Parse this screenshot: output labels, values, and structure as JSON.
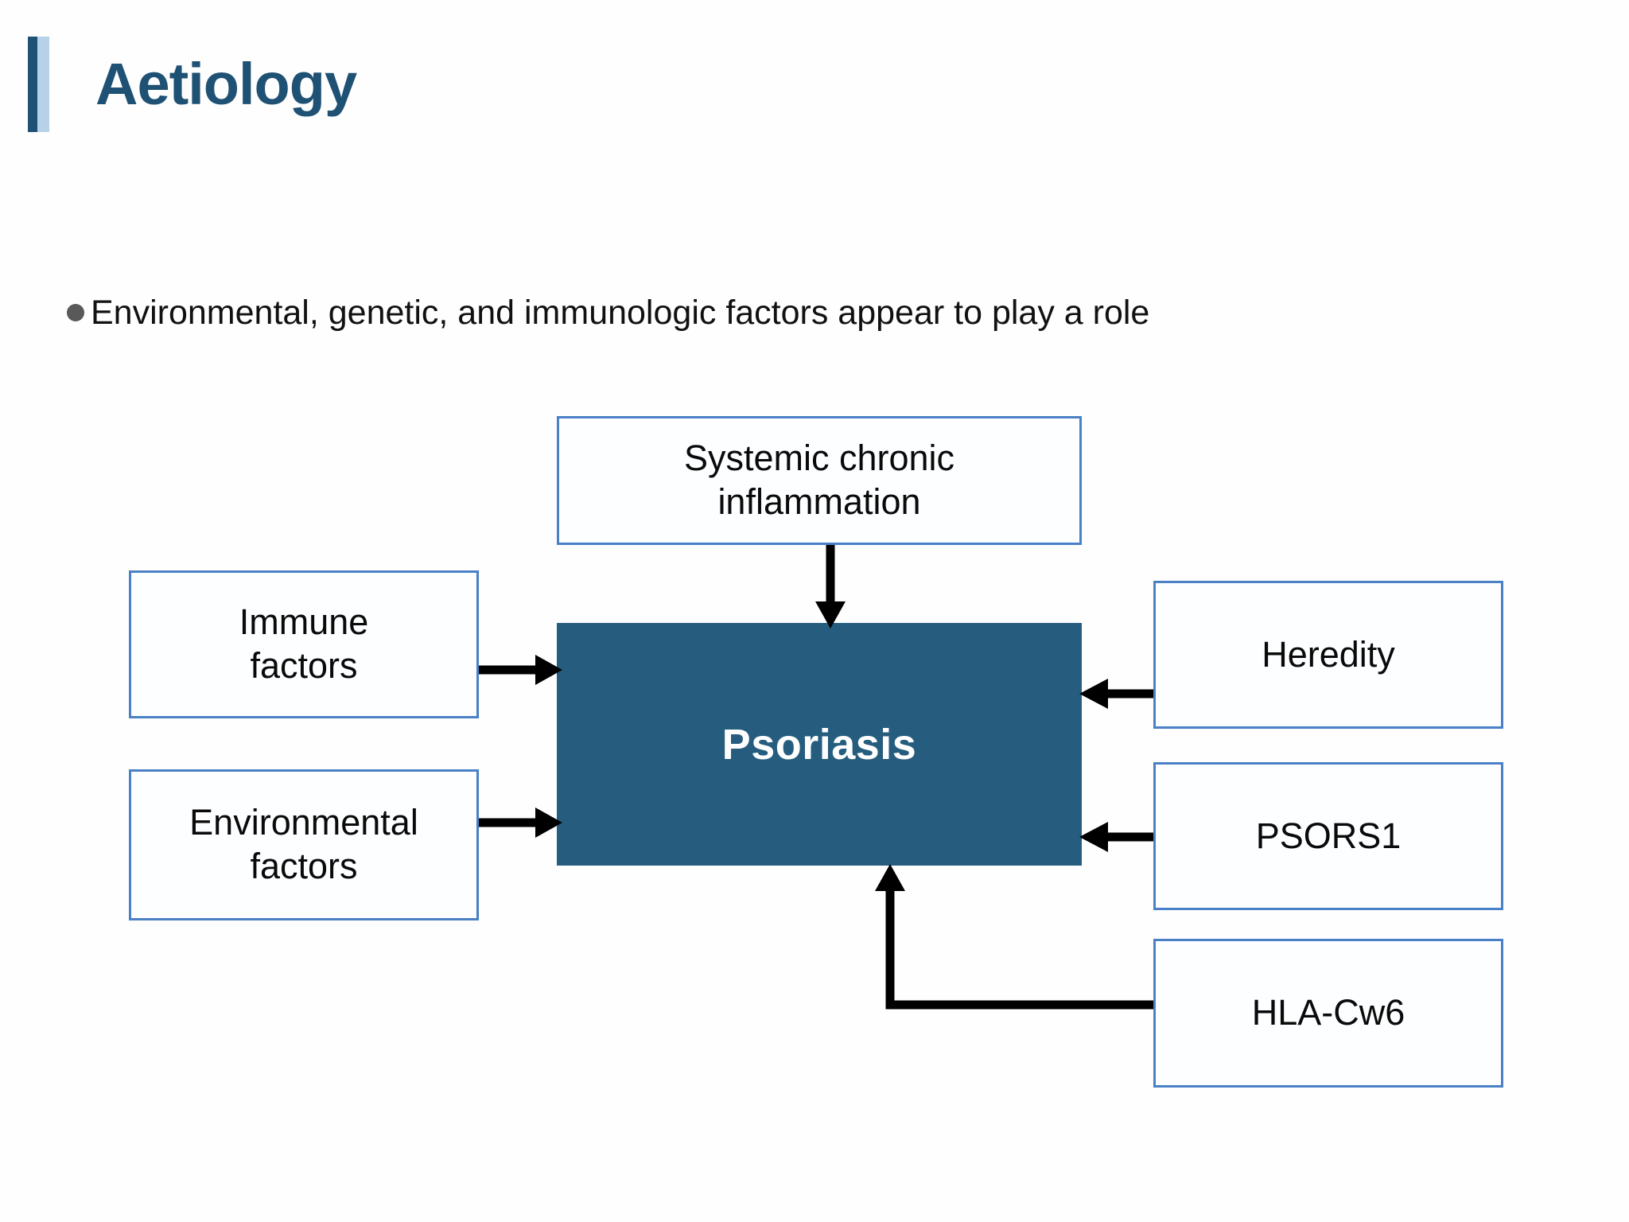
{
  "slide": {
    "title": "Aetiology",
    "bullet": "Environmental, genetic, and immunologic factors appear to play a role"
  },
  "diagram": {
    "center": {
      "label": "Psoriasis"
    },
    "nodes": [
      {
        "id": "systemic",
        "label": "Systemic chronic\ninflammation"
      },
      {
        "id": "immune",
        "label": "Immune\nfactors"
      },
      {
        "id": "environmental",
        "label": "Environmental\nfactors"
      },
      {
        "id": "heredity",
        "label": "Heredity"
      },
      {
        "id": "psors1",
        "label": "PSORS1"
      },
      {
        "id": "hla",
        "label": "HLA-Cw6"
      }
    ],
    "colors": {
      "center_fill": "#265d7e",
      "center_text": "#ffffff",
      "node_border": "#4a80c6",
      "node_fill": "#fdfeff",
      "node_text": "#0a0a0a",
      "arrow": "#000000",
      "title_text": "#1e5173",
      "accent_dark": "#1e5173",
      "accent_light": "#b7d2e8",
      "bullet_dot": "#595959",
      "background": "#fefefe"
    }
  }
}
